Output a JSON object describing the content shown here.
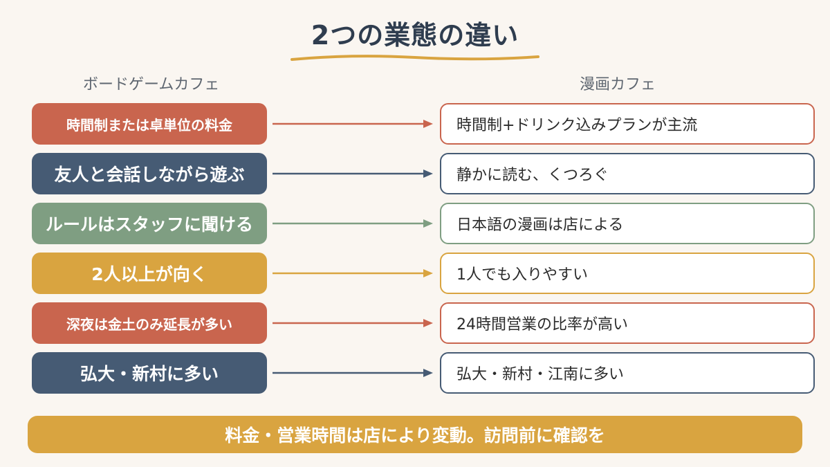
{
  "title": "2つの業態の違い",
  "left_header": "ボードゲームカフェ",
  "right_header": "漫画カフェ",
  "colors": {
    "terracotta": "#c9654e",
    "slate": "#465b74",
    "sage": "#7f9e82",
    "mustard": "#d9a440",
    "title": "#2f3d4f"
  },
  "rows": [
    {
      "left": "時間制または卓単位の料金",
      "right": "時間制+ドリンク込みプランが主流",
      "color": "#c9654e",
      "size": "sm"
    },
    {
      "left": "友人と会話しながら遊ぶ",
      "right": "静かに読む、くつろぐ",
      "color": "#465b74",
      "size": "lg"
    },
    {
      "left": "ルールはスタッフに聞ける",
      "right": "日本語の漫画は店による",
      "color": "#7f9e82",
      "size": "lg"
    },
    {
      "left": "2人以上が向く",
      "right": "1人でも入りやすい",
      "color": "#d9a440",
      "size": "lg"
    },
    {
      "left": "深夜は金土のみ延長が多い",
      "right": "24時間営業の比率が高い",
      "color": "#c9654e",
      "size": "sm"
    },
    {
      "left": "弘大・新村に多い",
      "right": "弘大・新村・江南に多い",
      "color": "#465b74",
      "size": "lg"
    }
  ],
  "banner": "料金・営業時間は店により変動。訪問前に確認を"
}
